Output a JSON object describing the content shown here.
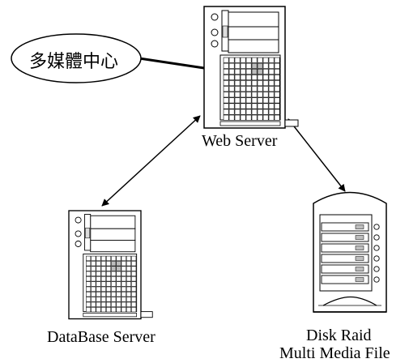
{
  "nodes": {
    "media_center": {
      "label": "多媒體中心"
    },
    "web_server": {
      "label": "Web Server"
    },
    "database_server": {
      "label": "DataBase Server"
    },
    "disk_raid": {
      "label_line1": "Disk Raid",
      "label_line2": "Multi Media File"
    }
  },
  "icons": {
    "web_server": "tower-server-icon",
    "database_server": "tower-server-icon",
    "disk_raid": "disk-array-icon"
  },
  "colors": {
    "line": "#000000",
    "fill": "#ffffff",
    "shade": "#bdbdbd"
  }
}
